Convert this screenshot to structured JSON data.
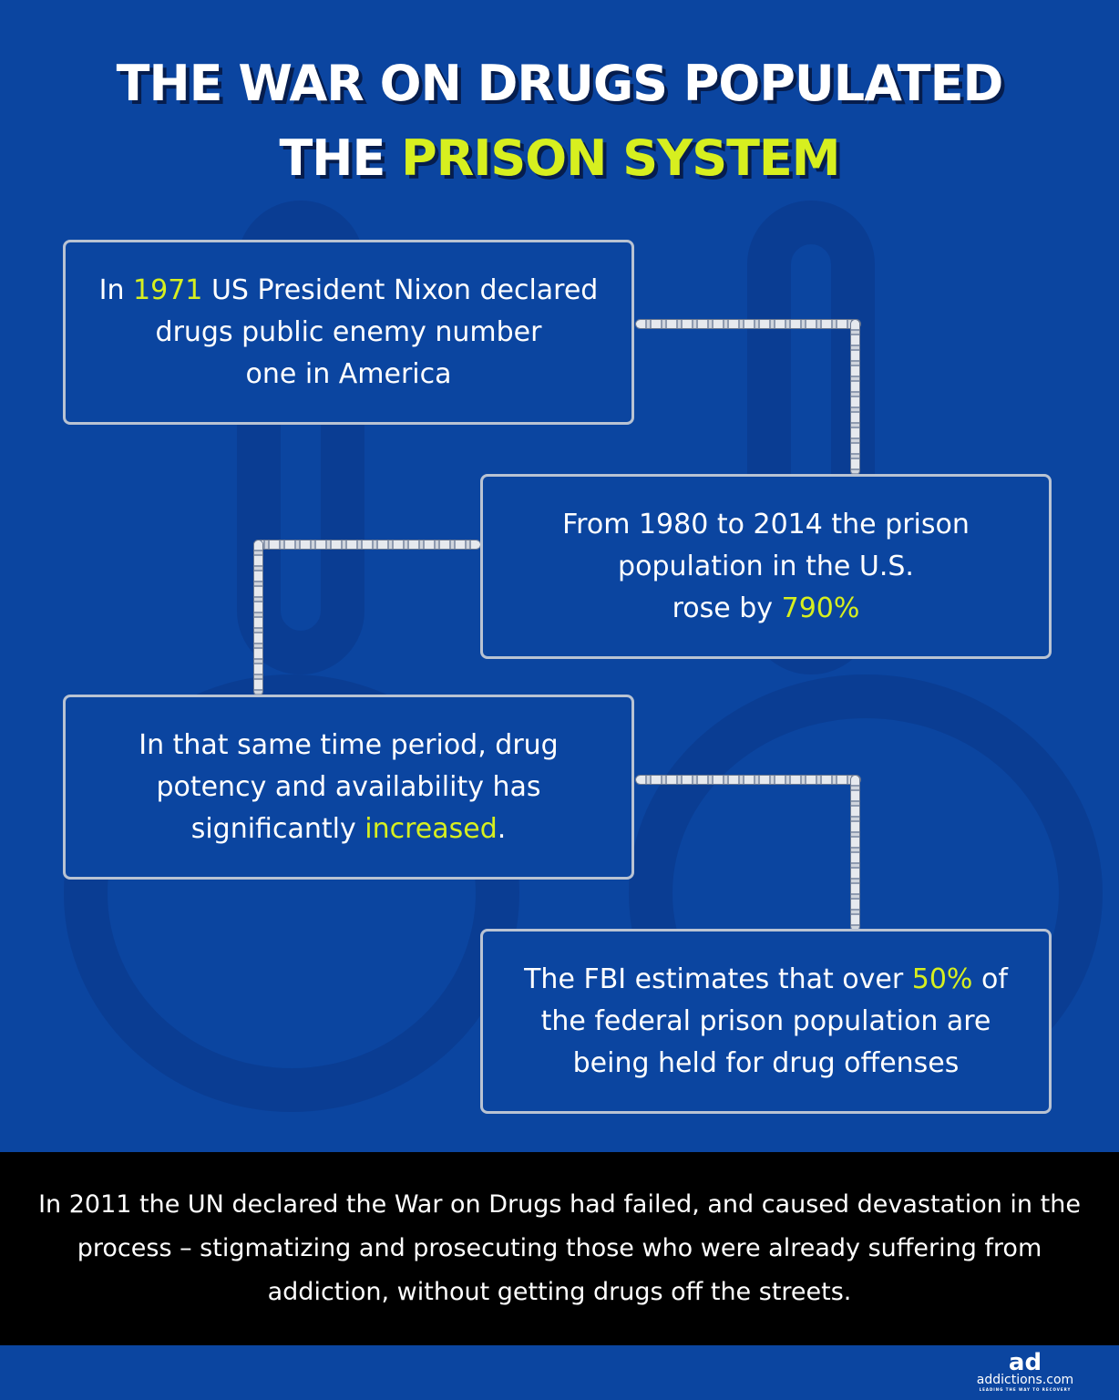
{
  "title": {
    "line1": "THE WAR ON DRUGS POPULATED",
    "line2_a": "THE ",
    "line2_b": "PRISON SYSTEM"
  },
  "colors": {
    "background": "#0b45a0",
    "highlight": "#d7ef1f",
    "footer": "#000000"
  },
  "boxes": [
    {
      "lines": [
        [
          "In ",
          ""
        ],
        [
          "1971",
          "hl"
        ],
        [
          " US President Nixon declared",
          ""
        ]
      ],
      "line2": "drugs public enemy number",
      "line3": "one in America"
    },
    {
      "line1": "From 1980 to 2014 the prison",
      "line2": "population in the U.S.",
      "line3_a": "rose by ",
      "line3_b": "790%"
    },
    {
      "line1": "In that same time period, drug",
      "line2": "potency and availability has",
      "line3_a": "significantly ",
      "line3_b": "increased",
      "line3_c": "."
    },
    {
      "line1_a": "The FBI estimates that over ",
      "line1_b": "50%",
      "line1_c": " of",
      "line2": "the federal prison population are",
      "line3": "being held for drug offenses"
    }
  ],
  "footer": {
    "text": "In 2011 the UN declared the War on Drugs had failed, and caused devastation in the process – stigmatizing and prosecuting those who were already suffering from addiction, without getting drugs off the streets."
  },
  "logo": {
    "mark": "ad",
    "name": "addictions.com",
    "tagline": "LEADING THE WAY TO RECOVERY"
  }
}
